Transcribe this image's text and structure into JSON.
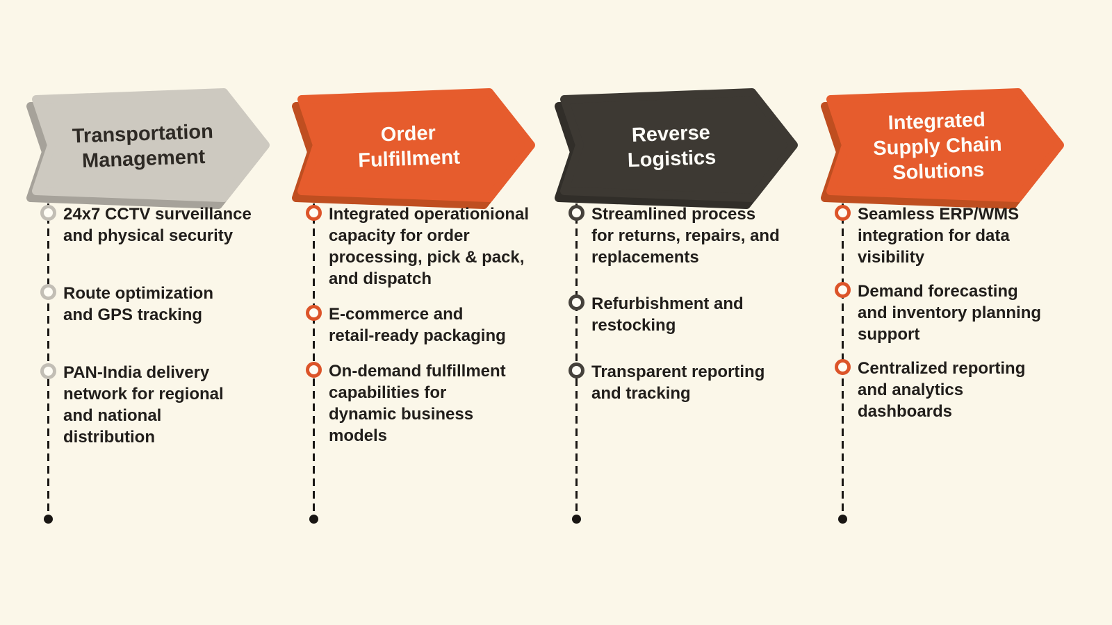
{
  "canvas": {
    "background_color": "#fbf7e9",
    "timeline_line_color": "#191613",
    "body_text_color": "#211e1b"
  },
  "columns": [
    {
      "id": "transportation-management",
      "header": {
        "label": "Transportation\nManagement"
      },
      "theme": {
        "arrow_fill": "#cdc9c0",
        "arrow_shadow": "#a6a29a",
        "header_text_color": "#2e2a25",
        "bullet_ring_color": "#c2beb5"
      },
      "items": [
        {
          "text": "24x7 CCTV surveillance\nand physical security"
        },
        {
          "text": "Route optimization\nand GPS tracking"
        },
        {
          "text": "PAN-India delivery\nnetwork for regional\nand national\ndistribution"
        }
      ]
    },
    {
      "id": "order-fulfillment",
      "header": {
        "label": "Order\nFulfillment"
      },
      "theme": {
        "arrow_fill": "#e65c2d",
        "arrow_shadow": "#bf4e20",
        "header_text_color": "#fdfcf7",
        "bullet_ring_color": "#dc5429"
      },
      "items": [
        {
          "text": "Integrated operationional\ncapacity for order\nprocessing, pick & pack,\nand dispatch"
        },
        {
          "text": "E-commerce and\nretail-ready packaging"
        },
        {
          "text": "On-demand fulfillment\ncapabilities for\ndynamic business\nmodels"
        }
      ]
    },
    {
      "id": "reverse-logistics",
      "header": {
        "label": "Reverse\nLogistics"
      },
      "theme": {
        "arrow_fill": "#3d3933",
        "arrow_shadow": "#312e29",
        "header_text_color": "#fdfcf7",
        "bullet_ring_color": "#45413b"
      },
      "items": [
        {
          "text": "Streamlined process\nfor returns, repairs, and\nreplacements"
        },
        {
          "text": "Refurbishment and\nrestocking"
        },
        {
          "text": "Transparent reporting\nand tracking"
        }
      ]
    },
    {
      "id": "integrated-supply-chain-solutions",
      "header": {
        "label": "Integrated\nSupply Chain\nSolutions"
      },
      "theme": {
        "arrow_fill": "#e65c2d",
        "arrow_shadow": "#bf4e20",
        "header_text_color": "#fdfcf7",
        "bullet_ring_color": "#dc5429"
      },
      "items": [
        {
          "text": "Seamless ERP/WMS\nintegration for data\nvisibility"
        },
        {
          "text": "Demand forecasting\nand inventory planning\nsupport"
        },
        {
          "text": "Centralized reporting\nand analytics\ndashboards"
        }
      ]
    }
  ]
}
